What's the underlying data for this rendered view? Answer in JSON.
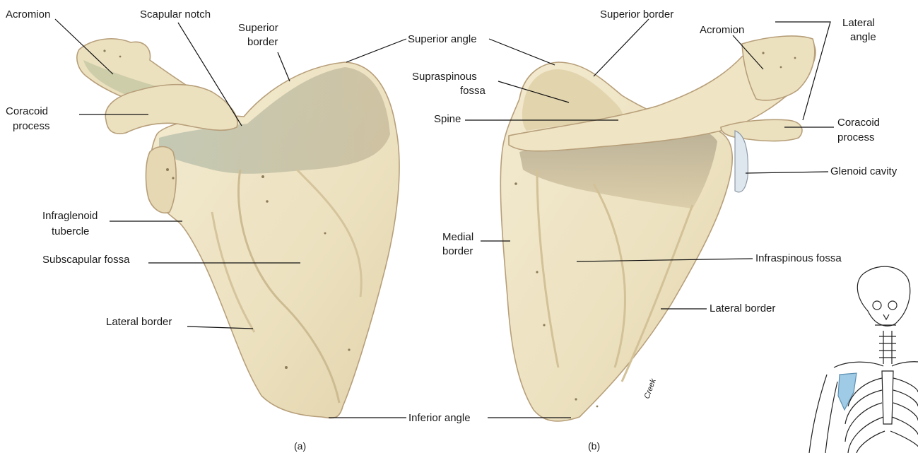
{
  "labels": {
    "a": {
      "acromion": "Acromion",
      "scapular_notch": "Scapular notch",
      "superior_border_1": "Superior",
      "superior_border_2": "border",
      "coracoid_1": "Coracoid",
      "coracoid_2": "process",
      "infraglenoid_1": "Infraglenoid",
      "infraglenoid_2": "tubercle",
      "subscapular_fossa": "Subscapular fossa",
      "lateral_border": "Lateral border"
    },
    "shared": {
      "superior_angle": "Superior angle",
      "inferior_angle": "Inferior angle"
    },
    "b": {
      "superior_border": "Superior border",
      "acromion": "Acromion",
      "lateral_angle_1": "Lateral",
      "lateral_angle_2": "angle",
      "supraspinous_1": "Supraspinous",
      "supraspinous_2": "fossa",
      "spine": "Spine",
      "coracoid_1": "Coracoid",
      "coracoid_2": "process",
      "glenoid_cavity": "Glenoid cavity",
      "medial_border_1": "Medial",
      "medial_border_2": "border",
      "infraspinous_fossa": "Infraspinous fossa",
      "lateral_border": "Lateral border"
    }
  },
  "captions": {
    "a": "(a)",
    "b": "(b)"
  },
  "signature": "Creek",
  "colors": {
    "bone": "#ece1bf",
    "bone_shadow": "#d6c59c",
    "bone_edge": "#b79f7a",
    "grey_green": "#a9b59a",
    "shadow_dark": "#9d9a86",
    "highlight": "#9fcbe6"
  }
}
